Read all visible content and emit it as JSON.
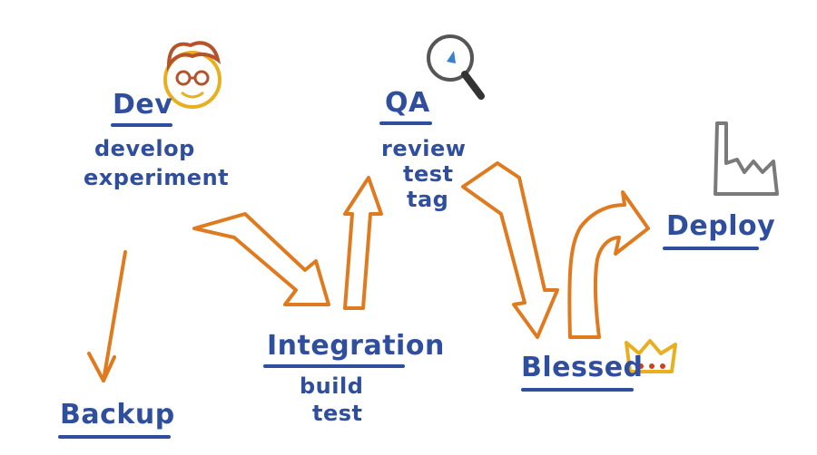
{
  "nodes": {
    "dev": {
      "title": "Dev",
      "lines": [
        "develop",
        "experiment"
      ]
    },
    "qa": {
      "title": "QA",
      "lines": [
        "review",
        "test",
        "tag"
      ]
    },
    "integration": {
      "title": "Integration",
      "lines": [
        "build",
        "test"
      ]
    },
    "backup": {
      "title": "Backup"
    },
    "blessed": {
      "title": "Blessed"
    },
    "deploy": {
      "title": "Deploy"
    }
  },
  "icons": {
    "dev": "developer-face-icon",
    "qa": "magnifying-glass-icon",
    "blessed": "crown-icon",
    "deploy": "factory-icon"
  },
  "colors": {
    "text": "#2f4f9e",
    "arrow": "#e07a1f",
    "face": "#e8b020",
    "hair": "#b5542a",
    "crown": "#e8b020",
    "factory": "#7a7a7a"
  }
}
